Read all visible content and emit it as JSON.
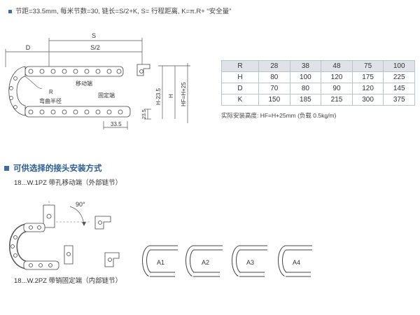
{
  "spec_line": "节距=33.5mm, 每米节数=30, 链长=S/2+K, S= 行程距离, K=π.R+ “安全量”",
  "diagram_labels": {
    "S": "S",
    "D": "D",
    "S2": "S/2",
    "moving_end": "移动端",
    "R": "R",
    "bend_radius": "弯曲半径",
    "fixed_end": "固定端",
    "H_23_5": "H-23.5",
    "H": "H",
    "HF": "HF=H+25",
    "pitch": "33.5",
    "height": "23.5"
  },
  "table": {
    "rows": [
      {
        "label": "R",
        "values": [
          "28",
          "38",
          "48",
          "75",
          "100"
        ]
      },
      {
        "label": "H",
        "values": [
          "80",
          "100",
          "120",
          "175",
          "225"
        ]
      },
      {
        "label": "D",
        "values": [
          "70",
          "80",
          "90",
          "120",
          "145"
        ]
      },
      {
        "label": "K",
        "values": [
          "150",
          "185",
          "215",
          "300",
          "375"
        ]
      }
    ]
  },
  "install_note": "实际安装高度: HF=H+25mm (负载 0.5kg/m)",
  "section_title": "可供选择的接头安装方式",
  "option1_caption": "18...W.1PZ 带孔移动端（外部链节）",
  "angle_label": "90°",
  "mount_labels": [
    "A1",
    "A2",
    "A3",
    "A4"
  ],
  "option2_caption": "18...W.2PZ 带销固定端（内部链节）",
  "colors": {
    "accent": "#2c5f94",
    "header_bg": "#dfe3e8",
    "line": "#555555"
  }
}
